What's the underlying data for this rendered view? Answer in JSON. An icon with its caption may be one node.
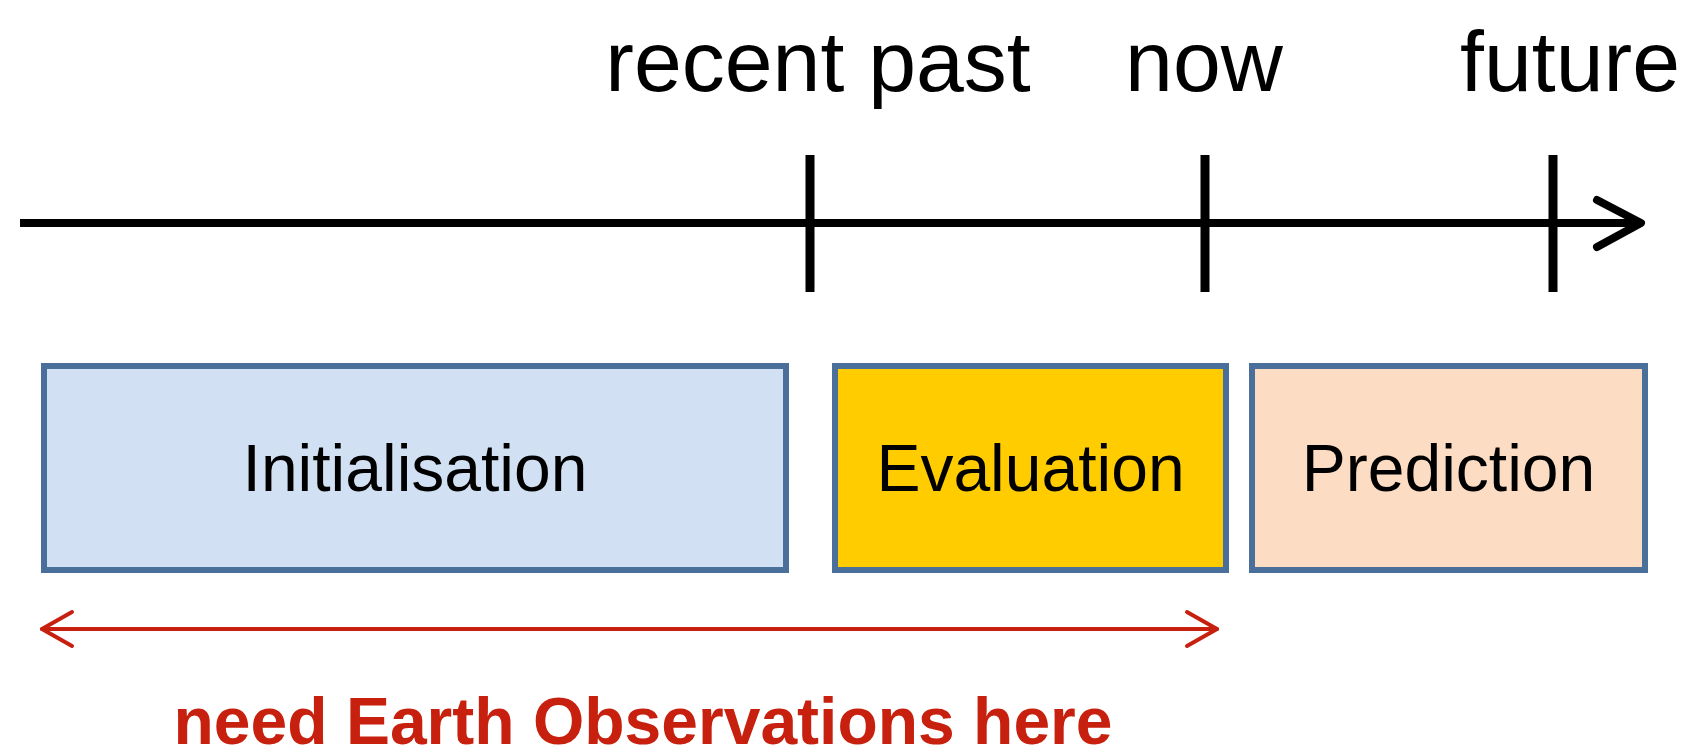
{
  "diagram": {
    "nodes": [
      {
        "text": [
          "Initialisation"
        ]
      },
      {
        "text": [
          "Evaluation"
        ]
      },
      {
        "text": [
          "Prediction"
        ]
      }
    ],
    "edges": [],
    "labels": [
      "recent past",
      "now",
      "future",
      "need Earth Observations here"
    ]
  }
}
